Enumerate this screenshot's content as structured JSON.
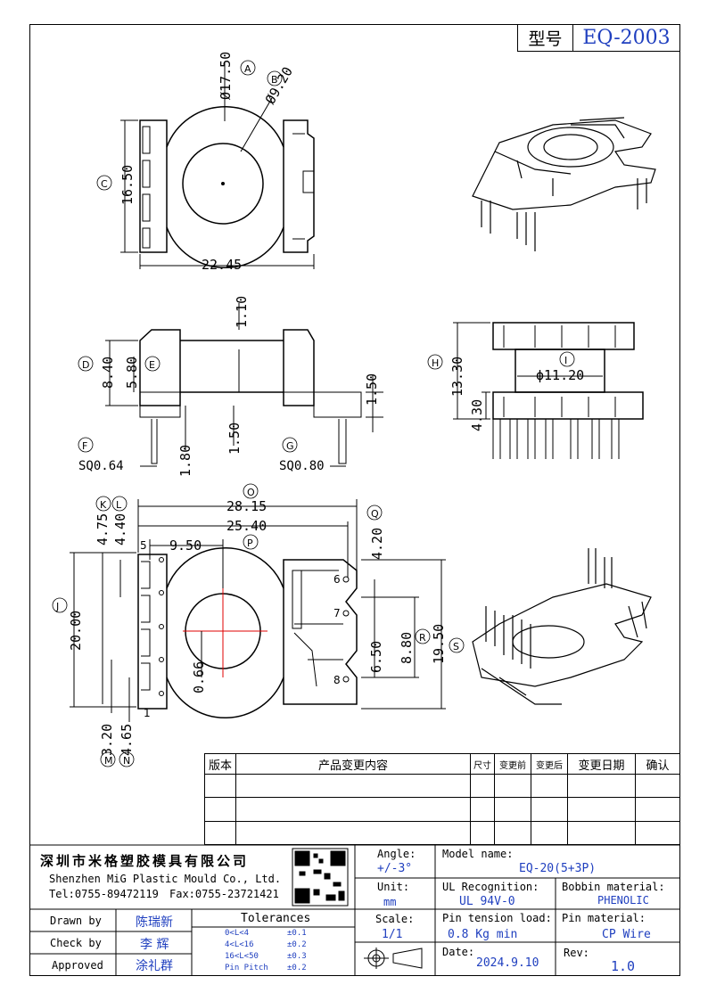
{
  "header": {
    "model_label": "型号",
    "model_value": "EQ-2003"
  },
  "top_view": {
    "dia_outer": "Ø17.50",
    "dia_inner": "Ø9.20",
    "height": "16.50",
    "width": "22.45",
    "circle_a": "A",
    "circle_b": "B",
    "circle_c": "C"
  },
  "side_view": {
    "dim_110": "1.10",
    "dim_840": "8.40",
    "dim_580": "5.80",
    "dim_150_right": "1.50",
    "dim_150_mid": "1.50",
    "dim_180": "1.80",
    "sq_left": "SQ0.64",
    "sq_right": "SQ0.80",
    "circle_d": "D",
    "circle_e": "E",
    "circle_f": "F",
    "circle_g": "G"
  },
  "front_view": {
    "dim_1330": "13.30",
    "dim_430": "4.30",
    "dia_1120": "ϕ11.20",
    "circle_h": "H",
    "circle_i": "I"
  },
  "bottom_view": {
    "dim_2815": "28.15",
    "dim_2540": "25.40",
    "dim_950": "9.50",
    "dim_475": "4.75",
    "dim_440": "4.40",
    "dim_420": "4.20",
    "dim_2000": "20.00",
    "dim_320": "3.20",
    "dim_465": "4.65",
    "dim_066": "0.66",
    "dim_650": "6.50",
    "dim_880": "8.80",
    "dim_1950": "19.50",
    "pin_5": "5",
    "pin_1": "1",
    "pin_6": "6",
    "pin_7": "7",
    "pin_8": "8",
    "circle_j": "J",
    "circle_k": "K",
    "circle_l": "L",
    "circle_m": "M",
    "circle_n": "N",
    "circle_o": "O",
    "circle_p": "P",
    "circle_q": "Q",
    "circle_r": "R",
    "circle_s": "S"
  },
  "revision_table": {
    "col_version": "版本",
    "col_content": "产品变更内容",
    "col_size": "尺寸",
    "col_before": "变更前",
    "col_after": "变更后",
    "col_date": "变更日期",
    "col_confirm": "确认"
  },
  "title_block": {
    "company_cn": "深圳市米格塑胶模具有限公司",
    "company_en": "Shenzhen MiG Plastic Mould Co., Ltd.",
    "tel": "Tel:0755-89472119",
    "fax": "Fax:0755-23721421",
    "angle_label": "Angle:",
    "angle_value": "+/-3°",
    "unit_label": "Unit:",
    "unit_value": "mm",
    "scale_label": "Scale:",
    "scale_value": "1/1",
    "model_name_label": "Model name:",
    "model_name_value": "EQ-20(5+3P)",
    "ul_label": "UL Recognition:",
    "ul_value": "UL 94V-0",
    "bobbin_label": "Bobbin material:",
    "bobbin_value": "PHENOLIC",
    "pin_tension_label": "Pin tension load:",
    "pin_tension_value": "0.8 Kg min",
    "pin_material_label": "Pin material:",
    "pin_material_value": "CP Wire",
    "date_label": "Date:",
    "date_value": "2024.9.10",
    "rev_label": "Rev:",
    "rev_value": "1.0",
    "drawn_label": "Drawn by",
    "drawn_value": "陈瑞新",
    "check_label": "Check by",
    "check_value": "李 辉",
    "approved_label": "Approved",
    "approved_value": "涂礼群",
    "tolerances_label": "Tolerances",
    "tol_1_range": "0<L<4",
    "tol_1_value": "±0.1",
    "tol_2_range": "4<L<16",
    "tol_2_value": "±0.2",
    "tol_3_range": "16<L<50",
    "tol_3_value": "±0.3",
    "tol_4_range": "Pin Pitch",
    "tol_4_value": "±0.2"
  },
  "colors": {
    "blue": "#1f3fbf",
    "center_red": "#e00000"
  }
}
